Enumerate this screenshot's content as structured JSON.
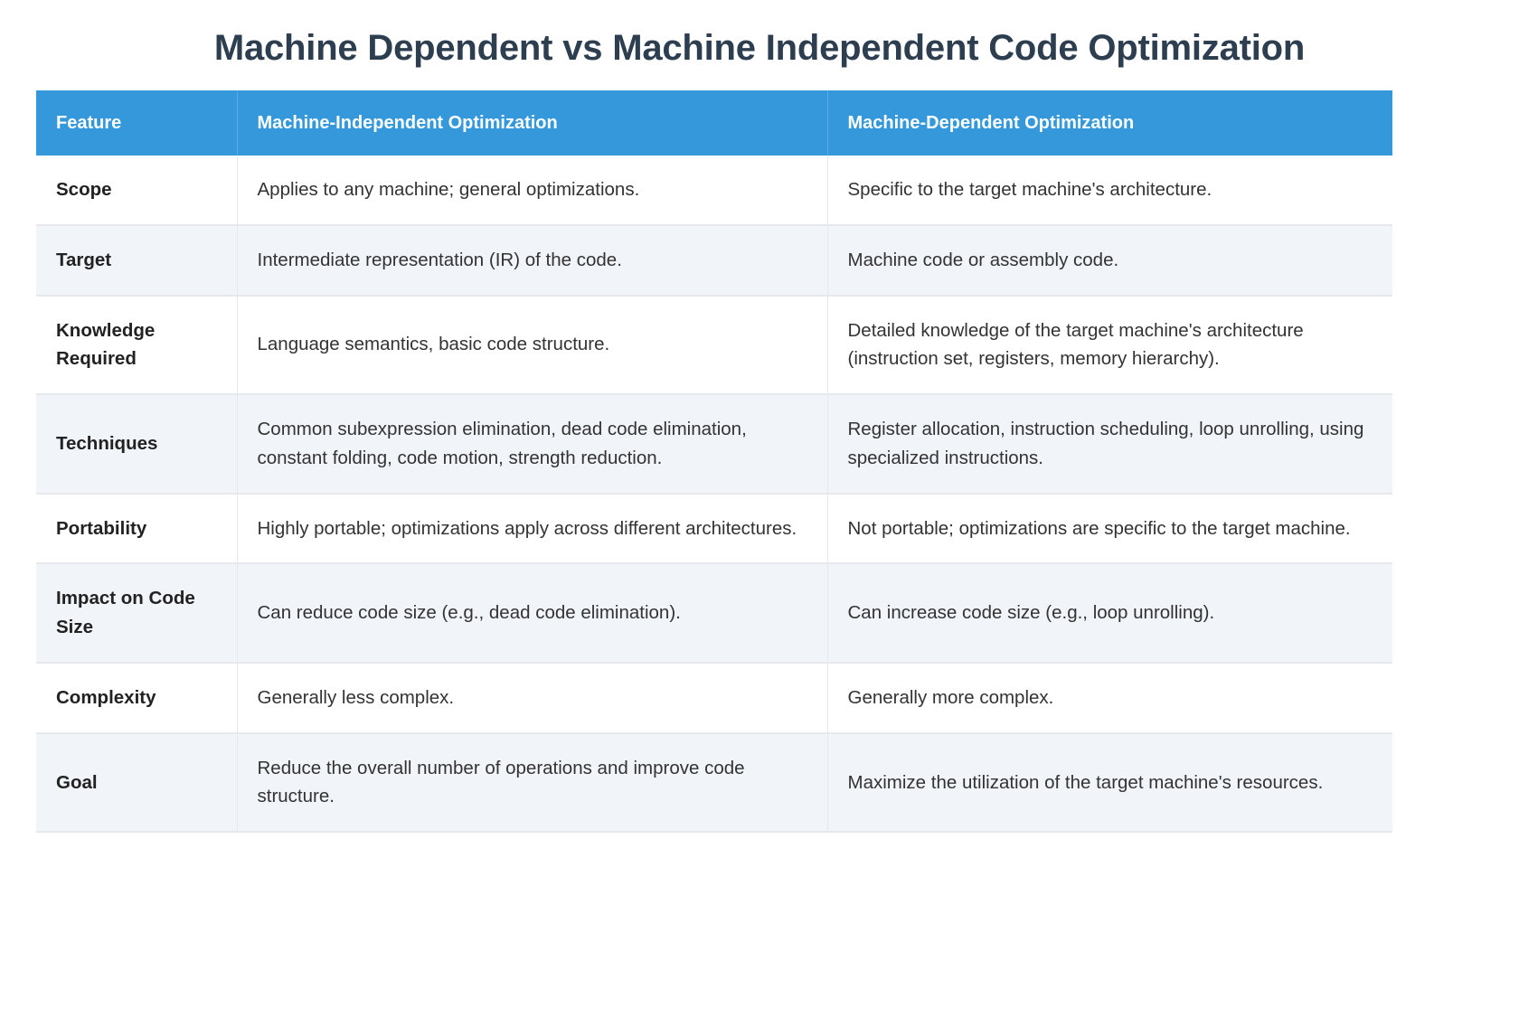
{
  "title": "Machine Dependent vs Machine Independent Code Optimization",
  "colors": {
    "title_text": "#2c3e50",
    "header_background": "#3498db",
    "header_text": "#ffffff",
    "row_odd_background": "#ffffff",
    "row_even_background": "#f1f4f9",
    "body_text": "#333333",
    "border": "#e6e8eb"
  },
  "table": {
    "columns": [
      "Feature",
      "Machine-Independent Optimization",
      "Machine-Dependent Optimization"
    ],
    "rows": [
      {
        "feature": "Scope",
        "independent": "Applies to any machine; general optimizations.",
        "dependent": "Specific to the target machine's architecture."
      },
      {
        "feature": "Target",
        "independent": "Intermediate representation (IR) of the code.",
        "dependent": "Machine code or assembly code."
      },
      {
        "feature": "Knowledge Required",
        "independent": "Language semantics, basic code structure.",
        "dependent": "Detailed knowledge of the target machine's architecture (instruction set, registers, memory hierarchy)."
      },
      {
        "feature": "Techniques",
        "independent": "Common subexpression elimination, dead code elimination, constant folding, code motion, strength reduction.",
        "dependent": "Register allocation, instruction scheduling, loop unrolling, using specialized instructions."
      },
      {
        "feature": "Portability",
        "independent": "Highly portable; optimizations apply across different architectures.",
        "dependent": "Not portable; optimizations are specific to the target machine."
      },
      {
        "feature": "Impact on Code Size",
        "independent": "Can reduce code size (e.g., dead code elimination).",
        "dependent": "Can increase code size (e.g., loop unrolling)."
      },
      {
        "feature": "Complexity",
        "independent": "Generally less complex.",
        "dependent": "Generally more complex."
      },
      {
        "feature": "Goal",
        "independent": "Reduce the overall number of operations and improve code structure.",
        "dependent": "Maximize the utilization of the target machine's resources."
      }
    ]
  }
}
